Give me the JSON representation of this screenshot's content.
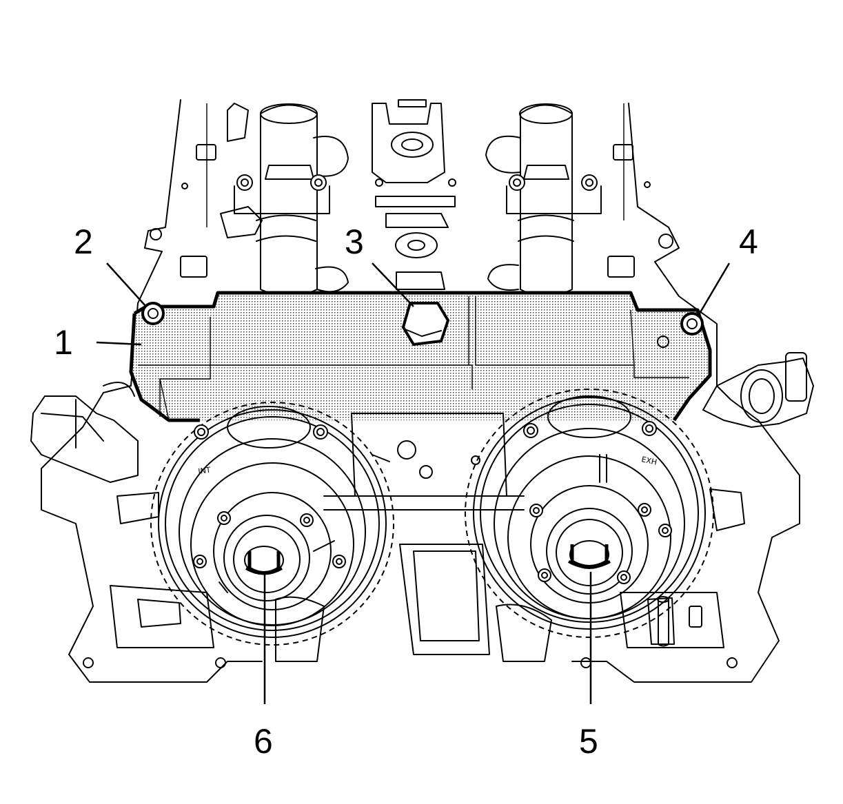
{
  "callouts": [
    {
      "id": "1",
      "label": "1"
    },
    {
      "id": "2",
      "label": "2"
    },
    {
      "id": "3",
      "label": "3"
    },
    {
      "id": "4",
      "label": "4"
    },
    {
      "id": "5",
      "label": "5"
    },
    {
      "id": "6",
      "label": "6"
    }
  ],
  "sprocket_marks": {
    "left": "INT",
    "right": "EXH"
  },
  "colors": {
    "line": "#000000",
    "background": "#ffffff",
    "highlight_fill": "#bdbdbd"
  }
}
